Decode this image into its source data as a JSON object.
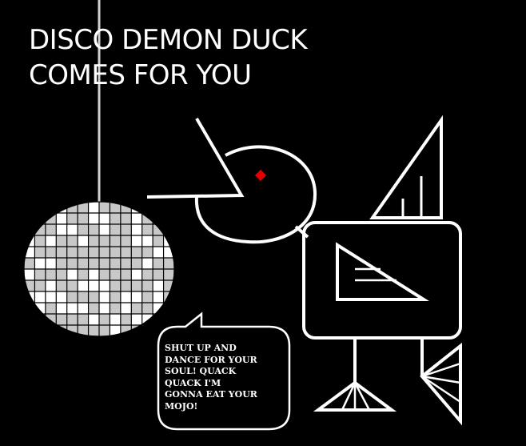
{
  "title": {
    "line1": "DISCO DEMON DUCK",
    "line2": "COMES FOR YOU"
  },
  "speech_bubble": {
    "text": "SHUT UP AND\nDANCE FOR YOUR\nSOUL! QUACK\nQUACK I'M\nGONNA EAT YOUR\nMOJO!"
  },
  "colors": {
    "background": "#000000",
    "line": "#ffffff",
    "disco_tile_light": "#c8c8c8",
    "disco_tile_white": "#ffffff",
    "eye": "#e00000"
  },
  "icons": {
    "disco_ball": "disco-ball-icon",
    "duck": "duck-icon",
    "eye": "eye-icon"
  }
}
